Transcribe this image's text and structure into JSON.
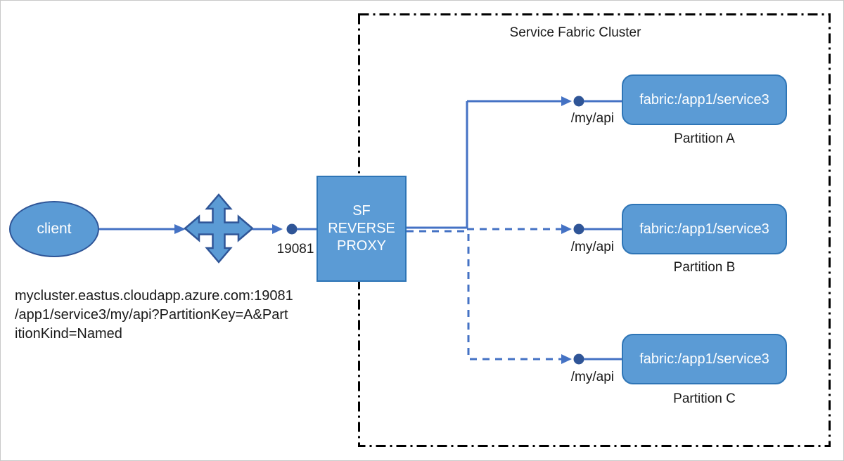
{
  "diagram": {
    "cluster_title": "Service Fabric Cluster",
    "client_label": "client",
    "proxy": {
      "lines": [
        "SF",
        "REVERSE",
        "PROXY"
      ]
    },
    "port_label": "19081",
    "url_lines": [
      "mycluster.eastus.cloudapp.azure.com:19081",
      "/app1/service3/my/api?PartitionKey=A&Part",
      "itionKind=Named"
    ],
    "partitions": [
      {
        "service": "fabric:/app1/service3",
        "name": "Partition A",
        "path_label": "/my/api",
        "link_style": "solid"
      },
      {
        "service": "fabric:/app1/service3",
        "name": "Partition B",
        "path_label": "/my/api",
        "link_style": "dashed"
      },
      {
        "service": "fabric:/app1/service3",
        "name": "Partition C",
        "path_label": "/my/api",
        "link_style": "dashed"
      }
    ],
    "icons": {
      "quad_arrow": "move-4-way-arrow-icon"
    },
    "colors": {
      "shape_fill": "#5b9bd5",
      "shape_border": "#2e75b6",
      "line": "#4472c4",
      "dot": "#2f5597",
      "cluster_border": "#000000",
      "text_dark": "#1a1a1a",
      "text_light": "#ffffff"
    }
  }
}
